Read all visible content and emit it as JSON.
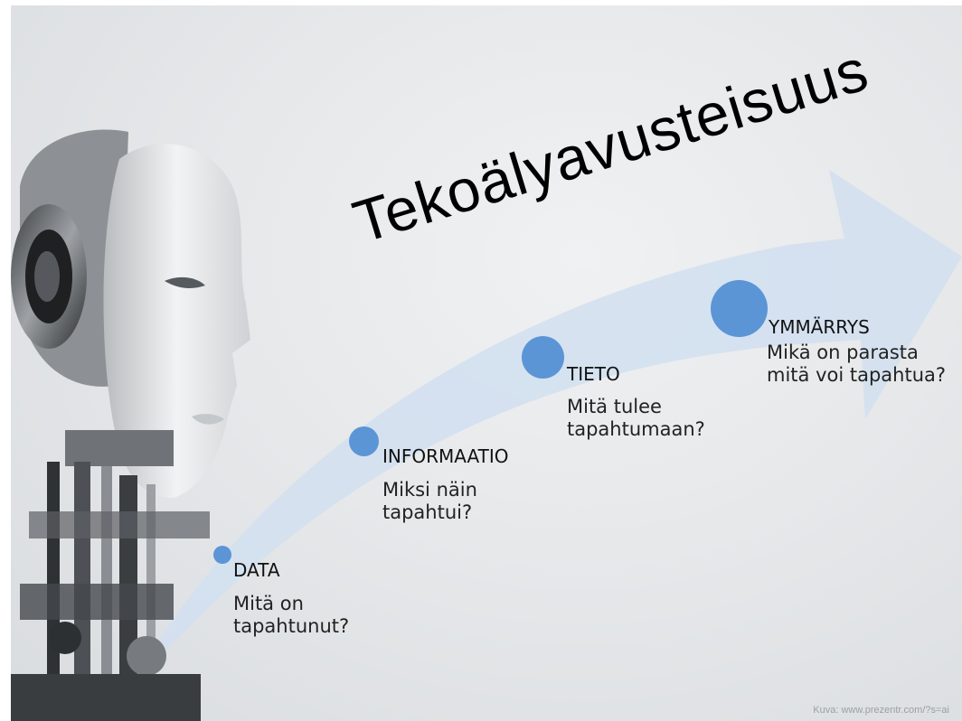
{
  "title": "Tekoälyavusteisuus",
  "stages": [
    {
      "id": "data",
      "label": "DATA",
      "question": "Mitä on\ntapahtunut?"
    },
    {
      "id": "informaatio",
      "label": "INFORMAATIO",
      "question": "Miksi näin\ntapahtui?"
    },
    {
      "id": "tieto",
      "label": "TIETO",
      "question": "Mitä tulee\ntapahtumaan?"
    },
    {
      "id": "ymmarrys",
      "label": "YMMÄRRYS",
      "question": "Mikä on parasta\nmitä voi tapahtua?"
    }
  ],
  "credit": "Kuva: www.prezentr.com/?s=ai",
  "colors": {
    "dot": "#5b95d6",
    "arrow": "#d3e0ef",
    "background": "#e6e8ea"
  }
}
